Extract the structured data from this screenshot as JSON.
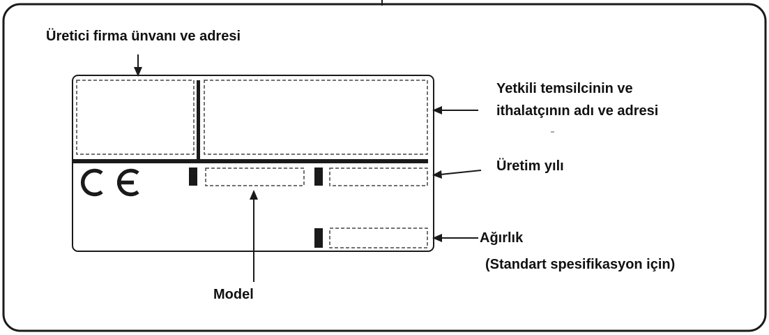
{
  "labels": {
    "manufacturer": "Üretici firma ünvanı ve adresi",
    "representative_line1": "Yetkili temsilcinin ve",
    "representative_line2": "ithalatçının adı ve adresi",
    "production_year": "Üretim yılı",
    "weight_line1": "Ağırlık",
    "weight_line2": "(Standart spesifikasyon için)",
    "model": "Model"
  },
  "mark": {
    "ce": "CE"
  },
  "colors": {
    "line": "#1a1a1a",
    "dashed": "#444444",
    "background": "#ffffff"
  }
}
